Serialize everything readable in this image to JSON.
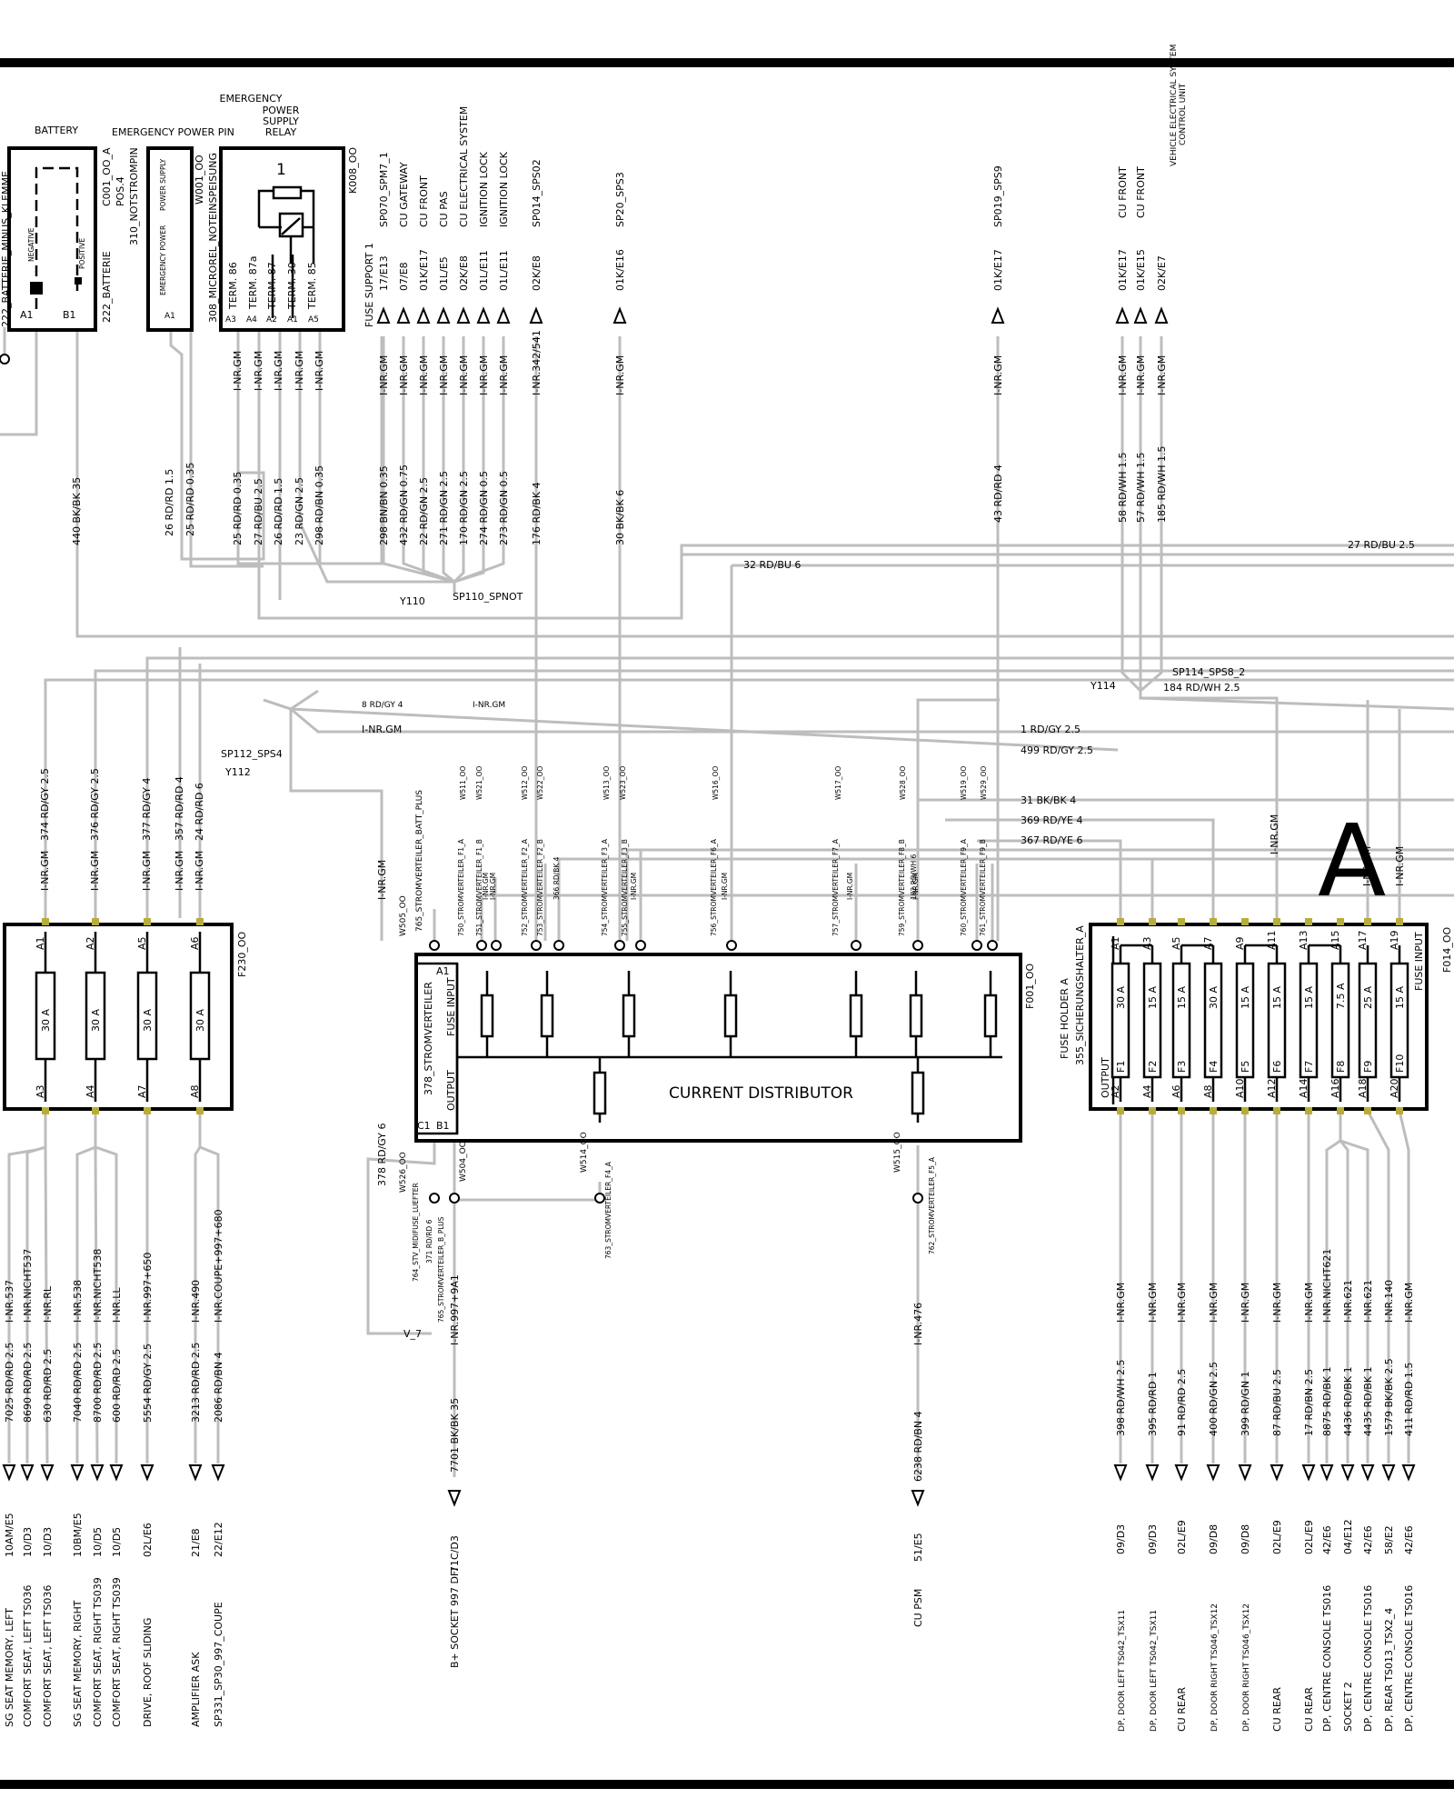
{
  "battery": {
    "title": "BATTERY",
    "klemme": "222_BATTERIE_MINUS_KLEMME",
    "code": "222_BATTERIE",
    "negative": "NEGATIVE",
    "positive": "POSITIVE",
    "pin_a1": "A1",
    "pin_b1": "B1"
  },
  "emergency_pin": {
    "title": "EMERGENCY POWER PIN",
    "code": "C001_OO_A",
    "pos": "POS.4",
    "name": "310_NOTSTROMPIN",
    "supply": "POWER SUPPLY",
    "emergency": "EMERGENCY POWER",
    "pin": "A1"
  },
  "relay": {
    "title": "EMERGENCY\nPOWER\nSUPPLY\nRELAY",
    "code": "W001_OO",
    "name": "308_MICROREL_NOTEINSPEISUNG",
    "code2": "K008_OO",
    "number": "1",
    "terms": [
      "TERM. 86",
      "TERM. 87a",
      "TERM. 87",
      "TERM. 30",
      "TERM. 85"
    ],
    "pins": [
      "A3",
      "A4",
      "A2",
      "A1",
      "A5"
    ]
  },
  "fuse_support": {
    "label": "FUSE SUPPORT 1",
    "cols": [
      {
        "top": "SP070_SPM7_1",
        "code": "17/E13",
        "gm": "I-NR.GM",
        "wire": "298 BN/BN 0.35"
      },
      {
        "top": "CU GATEWAY",
        "code": "07/E8",
        "gm": "I-NR.GM",
        "wire": "432 RD/GN 0.75"
      },
      {
        "top": "CU FRONT",
        "code": "01K/E17",
        "gm": "I-NR.GM",
        "wire": "22 RD/GN 2.5"
      },
      {
        "top": "CU PAS",
        "code": "01L/E5",
        "gm": "I-NR.GM",
        "wire": "271 RD/GN 2.5"
      },
      {
        "top": "CU ELECTRICAL SYSTEM",
        "code": "02K/E8",
        "gm": "I-NR.GM",
        "wire": "170 RD/GN 2.5"
      },
      {
        "top": "IGNITION LOCK",
        "code": "01L/E11",
        "gm": "I-NR.GM",
        "wire": "274 RD/GN 0.5"
      },
      {
        "top": "IGNITION LOCK",
        "code": "01L/E11",
        "gm": "I-NR.GM",
        "wire": "273 RD/GN 0.5"
      },
      {
        "top": "SP014_SPS02",
        "code": "02K/E8",
        "gm": "I-NR.342/541",
        "wire": "176 RD/BK 4"
      }
    ]
  },
  "relay_wires": {
    "gm": "I-NR.GM",
    "labels": [
      "25 RD/RD 0.35",
      "27 RD/BU 2.5",
      "26 RD/RD 1.5",
      "23 RD/GN 2.5",
      "298 RD/BN 0.35"
    ]
  },
  "left_wires": {
    "w1": "26 RD/RD 1.5",
    "w2": "25 RD/RD 0.35",
    "bat": "440 BK/BK 35"
  },
  "sps3": {
    "top": "SP20_SPS3",
    "code": "01K/E16",
    "gm": "I-NR.GM",
    "wire": "30 BK/BK 6"
  },
  "sps9": {
    "top": "SP019_SPS9",
    "code": "01K/E17",
    "gm": "I-NR.GM",
    "wire": "43 RD/RD 4"
  },
  "cu_front_group": {
    "top_label": "VEHICLE ELECTRICAL SYSTEM\nCONTROL UNIT",
    "cols": [
      {
        "top": "CU FRONT",
        "code": "01K/E17",
        "gm": "I-NR.GM",
        "wire": "58 RD/WH 1.5"
      },
      {
        "top": "CU FRONT",
        "code": "01K/E15",
        "gm": "I-NR.GM",
        "wire": "57 RD/WH 1.5"
      },
      {
        "top": "VEHICLE ELECTRICAL SYSTEM",
        "code": "02K/E7",
        "gm": "I-NR.GM",
        "wire": "185 RD/WH 1.5"
      }
    ]
  },
  "splices": {
    "y110": "Y110",
    "sp110": "SP110_SPNOT",
    "y114": "Y114",
    "sp114": "SP114_SPS8_2",
    "sp114_wire": "184 RD/WH 2.5",
    "sp112": "SP112_SPS4",
    "y112": "Y112"
  },
  "horizontal_labels": {
    "w27": "27 RD/BU 2.5",
    "w32": "32 RD/BU 6",
    "w8": "8 RD/GY 4",
    "gm_a": "I-NR.GM",
    "gm_b": "I-NR.GM",
    "w1": "1 RD/GY 2.5",
    "w499": "499 RD/GY 2.5",
    "w31": "31 BK/BK 4",
    "w369": "369 RD/YE 4",
    "w367": "367 RD/YE 6"
  },
  "left_box": {
    "code": "F230_OO",
    "fuses": [
      "30 A",
      "30 A",
      "30 A",
      "30 A"
    ],
    "top_pins": [
      "A1",
      "A2",
      "A5",
      "A6"
    ],
    "bottom_pins": [
      "A3",
      "A4",
      "A7",
      "A8"
    ],
    "top_wires": [
      "374 RD/GY 2.5",
      "376 RD/GY 2.5",
      "377 RD/GY 4",
      "357 RD/RD 4",
      "24 RD/RD 6"
    ],
    "gm": "I-NR.GM"
  },
  "current_distributor": {
    "title": "CURRENT DISTRIBUTOR",
    "name": "378_STROMVERTEILER",
    "code": "F001_OO",
    "fuse_input": "FUSE INPUT",
    "output": "OUTPUT",
    "pin_a1": "A1",
    "pin_b1": "B1",
    "pin_c1": "C1",
    "w505": "W505_OO",
    "batt_plus": "765_STROMVERTEILER_BATT_PLUS",
    "top_codes": [
      "W511_OO",
      "W521_OO",
      "W512_OO",
      "W522_OO",
      "W513_OO",
      "W523_OO",
      "W516_OO",
      "W517_OO",
      "W528_OO",
      "W519_OO",
      "W529_OO"
    ],
    "top_strom": [
      "750_STROMVERTEILER_F1_A",
      "751_STROMVERTEILER_F1_B",
      "752_STROMVERTEILER_F2_A",
      "753_STROMVERTEILER_F2_B",
      "754_STROMVERTEILER_F3_A",
      "755_STROMVERTEILER_F3_B",
      "756_STROMVERTEILER_F6_A",
      "757_STROMVERTEILER_F7_A",
      "759_STROMVERTEILER_F8_B",
      "760_STROMVERTEILER_F9_A",
      "761_STROMVERTEILER_F9_B"
    ],
    "top_small": [
      "I-NR.GM",
      "I-NR.GM",
      "366 RD/BK 4",
      "I-NR.GM",
      "I-NR.GM",
      "I-NR.GM",
      "182 RD/WH 6",
      "I-NR.GM"
    ],
    "gm_main": "I-NR.GM",
    "w378": "378 RD/GY 6",
    "bottom": {
      "w526": "W526_OO",
      "w504": "W504_OO",
      "w514": "W514_OO",
      "w515": "W515_OO",
      "l764": "764_STV_MIDIFUSE_LUEFTER",
      "l371": "371 RD/RD 6",
      "l765": "765_STROMVERTEILER_B_PLUS",
      "l763": "763_STROMVERTEILER_F4_A",
      "l762": "762_STROMVERTEILER_F5_A",
      "v7": "V_7",
      "i997": "I-NR.997+9A1",
      "w7701": "7701 BK/BK 35",
      "c71": "71C/D3",
      "socket": "B+ SOCKET   997 DFI",
      "i476": "I-NR.476",
      "w6238": "6238 RD/BN 4",
      "c51": "51/E5",
      "cupsm": "CU PSM"
    }
  },
  "fuse_holder": {
    "title": "FUSE HOLDER A",
    "name": "355_SICHERUNGSHALTER_A",
    "big": "A",
    "gm1": "I-NR.GM",
    "gm2": "I-NR.GM",
    "gm3": "I-NR.GM",
    "fuse_input": "FUSE INPUT",
    "output": "OUTPUT",
    "code": "F014_OO",
    "top_pins": [
      "A1",
      "A3",
      "A5",
      "A7",
      "A9",
      "A11",
      "A13",
      "A15",
      "A17",
      "A19"
    ],
    "bottom_pins": [
      "A2",
      "A4",
      "A6",
      "A8",
      "A10",
      "A12",
      "A14",
      "A16",
      "A18",
      "A20"
    ],
    "fuses": [
      "F1",
      "F2",
      "F3",
      "F4",
      "F5",
      "F6",
      "F7",
      "F8",
      "F9",
      "F10"
    ],
    "ratings": [
      "30 A",
      "15 A",
      "15 A",
      "30 A",
      "15 A",
      "15 A",
      "15 A",
      "7.5 A",
      "25 A",
      "15 A"
    ]
  },
  "bottom_left": {
    "cols": [
      {
        "inr": "I-NR.537",
        "wire": "7025 RD/RD 2.5",
        "code": "10AM/E5",
        "label": "SG   SEAT MEMORY, LEFT"
      },
      {
        "inr": "I-NR.NICHT537",
        "wire": "8690 RD/RD 2.5",
        "code": "10/D3",
        "label": "COMFORT SEAT, LEFT    TS036"
      },
      {
        "inr": "I-NR.RL",
        "wire": "630 RD/RD 2.5",
        "code": "10/D3",
        "label": "COMFORT SEAT, LEFT    TS036"
      },
      {
        "inr": "I-NR.538",
        "wire": "7040 RD/RD 2.5",
        "code": "10BM/E5",
        "label": "SG   SEAT MEMORY, RIGHT"
      },
      {
        "inr": "I-NR.NICHT538",
        "wire": "8700 RD/RD 2.5",
        "code": "10/D5",
        "label": "COMFORT SEAT, RIGHT    TS039"
      },
      {
        "inr": "I-NR.LL",
        "wire": "600 RD/RD 2.5",
        "code": "10/D5",
        "label": "COMFORT SEAT, RIGHT    TS039"
      },
      {
        "inr": "I-NR.997+650",
        "wire": "5554 RD/GY 2.5",
        "code": "02L/E6",
        "label": "DRIVE,   ROOF   SLIDING"
      },
      {
        "inr": "I-NR.490",
        "wire": "3213 RD/RD 2.5",
        "code": "21/E8",
        "label": "AMPLIFIER    ASK"
      },
      {
        "inr": "I-NR.COUPE+997+680",
        "wire": "2086 RD/BN 4",
        "code": "22/E12",
        "label": "SP331_SP30_997_COUPE"
      }
    ]
  },
  "bottom_right": {
    "cols": [
      {
        "inr": "I-NR.GM",
        "wire": "398 RD/WH 2.5",
        "code": "09/D3",
        "label": "DP, DOOR LEFT   TS042_TSX11"
      },
      {
        "inr": "I-NR.GM",
        "wire": "395 RD/RD 1",
        "code": "09/D3",
        "label": "DP, DOOR LEFT   TS042_TSX11"
      },
      {
        "inr": "I-NR.GM",
        "wire": "91 RD/RD 2.5",
        "code": "02L/E9",
        "label": "CU REAR"
      },
      {
        "inr": "I-NR.GM",
        "wire": "400 RD/GN 2.5",
        "code": "09/D8",
        "label": "DP, DOOR RIGHT   TS046_TSX12"
      },
      {
        "inr": "I-NR.GM",
        "wire": "399 RD/GN 1",
        "code": "09/D8",
        "label": "DP, DOOR RIGHT   TS046_TSX12"
      },
      {
        "inr": "I-NR.GM",
        "wire": "87 RD/BU 2.5",
        "code": "02L/E9",
        "label": "CU REAR"
      },
      {
        "inr": "I-NR.GM",
        "wire": "17 RD/BN 2.5",
        "code": "02L/E9",
        "label": "CU REAR"
      },
      {
        "inr": "I-NR.NICHT621",
        "wire": "8875 RD/BK 1",
        "code": "42/E6",
        "label": "DP, CENTRE CONSOLE    TS016"
      },
      {
        "inr": "I-NR.621",
        "wire": "4436 RD/BK 1",
        "code": "04/E12",
        "label": "SOCKET 2"
      },
      {
        "inr": "I-NR.621",
        "wire": "4435 RD/BK 1",
        "code": "42/E6",
        "label": "DP, CENTRE CONSOLE    TS016"
      },
      {
        "inr": "I-NR.140",
        "wire": "1579 BK/BK 2.5",
        "code": "58/E2",
        "label": "DP, REAR   TS013_TSX2_4"
      },
      {
        "inr": "I-NR.GM",
        "wire": "411 RD/RD 1.5",
        "code": "42/E6",
        "label": "DP, CENTRE CONSOLE    TS016"
      }
    ]
  }
}
